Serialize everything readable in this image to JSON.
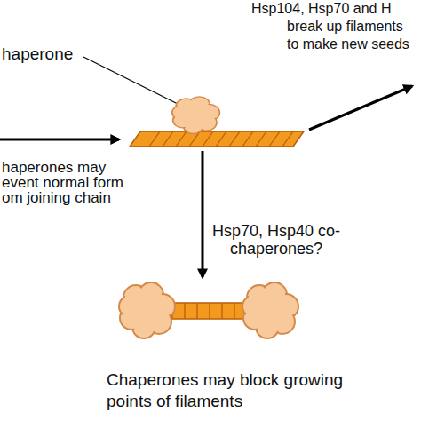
{
  "diagram": {
    "nodes": [
      {
        "text": [
          "haperone"
        ]
      },
      {
        "text": [
          "Chaperones may block growing points of filaments"
        ]
      }
    ],
    "edges": [
      {
        "from": 0,
        "to": 1,
        "arrow": "to",
        "label": "Hsp70, Hsp40 co-chaperones?"
      }
    ],
    "labels": [
      "Hsp104, Hsp70 and H break up filaments to make new seeds",
      "haperones may event normal form om joining chain"
    ]
  }
}
